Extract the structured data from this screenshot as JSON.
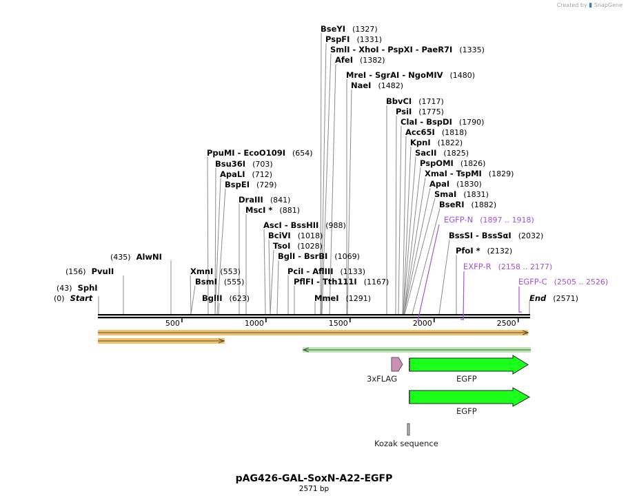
{
  "credit": {
    "prefix": "Created by",
    "brand": "SnapGene"
  },
  "plasmid": {
    "name": "pAG426-GAL-SoxN-A22-EGFP",
    "length_label": "2571 bp",
    "length": 2571
  },
  "colors": {
    "primer": "#a64fd9",
    "feature_green": "#19ff19",
    "flag": "#cc8fb0",
    "orange_track": "#f3c06a",
    "green_track": "#bfe6b8"
  },
  "ticks": [
    "500",
    "1000",
    "1500",
    "2000",
    "2500"
  ],
  "ends": [
    {
      "name": "Start",
      "pos": "(0)"
    },
    {
      "name": "End",
      "pos": "(2571)"
    }
  ],
  "sites": [
    {
      "name": "SphI",
      "pos": "(43)"
    },
    {
      "name": "PvuII",
      "pos": "(156)"
    },
    {
      "name": "AlwNI",
      "pos": "(435)"
    },
    {
      "name": "XmnI",
      "pos": "(553)"
    },
    {
      "name": "BsmI",
      "pos": "(555)"
    },
    {
      "name": "BglII",
      "pos": "(623)"
    },
    {
      "name": "PpuMI  - EcoO109I",
      "pos": "(654)"
    },
    {
      "name": "Bsu36I",
      "pos": "(703)"
    },
    {
      "name": "ApaLI",
      "pos": "(712)"
    },
    {
      "name": "BspEI",
      "pos": "(729)"
    },
    {
      "name": "DraIII",
      "pos": "(841)"
    },
    {
      "name": "MscI *",
      "pos": "(881)"
    },
    {
      "name": "AscI  - BssHII",
      "pos": "(988)"
    },
    {
      "name": "BciVI",
      "pos": "(1018)"
    },
    {
      "name": "TsoI",
      "pos": "(1028)"
    },
    {
      "name": "BglI  - BsrBI",
      "pos": "(1069)"
    },
    {
      "name": "PciI  - AflIII",
      "pos": "(1133)"
    },
    {
      "name": "PflFI  - Tth111I",
      "pos": "(1167)"
    },
    {
      "name": "MmeI",
      "pos": "(1291)"
    },
    {
      "name": "BseYI",
      "pos": "(1327)"
    },
    {
      "name": "PspFI",
      "pos": "(1331)"
    },
    {
      "name": "SmlI  - XhoI  - PspXI  - PaeR7I",
      "pos": "(1335)"
    },
    {
      "name": "AfeI",
      "pos": "(1382)"
    },
    {
      "name": "MreI  - SgrAI  - NgoMIV",
      "pos": "(1480)"
    },
    {
      "name": "NaeI",
      "pos": "(1482)"
    },
    {
      "name": "BbvCI",
      "pos": "(1717)"
    },
    {
      "name": "PsiI",
      "pos": "(1775)"
    },
    {
      "name": "ClaI  - BspDI",
      "pos": "(1790)"
    },
    {
      "name": "Acc65I",
      "pos": "(1818)"
    },
    {
      "name": "KpnI",
      "pos": "(1822)"
    },
    {
      "name": "SacII",
      "pos": "(1825)"
    },
    {
      "name": "PspOMI",
      "pos": "(1826)"
    },
    {
      "name": "XmaI  - TspMI",
      "pos": "(1829)"
    },
    {
      "name": "ApaI",
      "pos": "(1830)"
    },
    {
      "name": "SmaI",
      "pos": "(1831)"
    },
    {
      "name": "BseRI",
      "pos": "(1882)"
    },
    {
      "name": "BssSI  - BssSαI",
      "pos": "(2032)"
    },
    {
      "name": "PfoI *",
      "pos": "(2132)"
    }
  ],
  "primers": [
    {
      "name": "EGFP-N",
      "pos": "(1897 .. 1918)"
    },
    {
      "name": "EXFP-R",
      "pos": "(2158 .. 2177)"
    },
    {
      "name": "EGFP-C",
      "pos": "(2505 .. 2526)"
    }
  ],
  "features": [
    {
      "name": "3xFLAG"
    },
    {
      "name": "EGFP"
    },
    {
      "name": "EGFP"
    },
    {
      "name": "Kozak sequence"
    }
  ]
}
